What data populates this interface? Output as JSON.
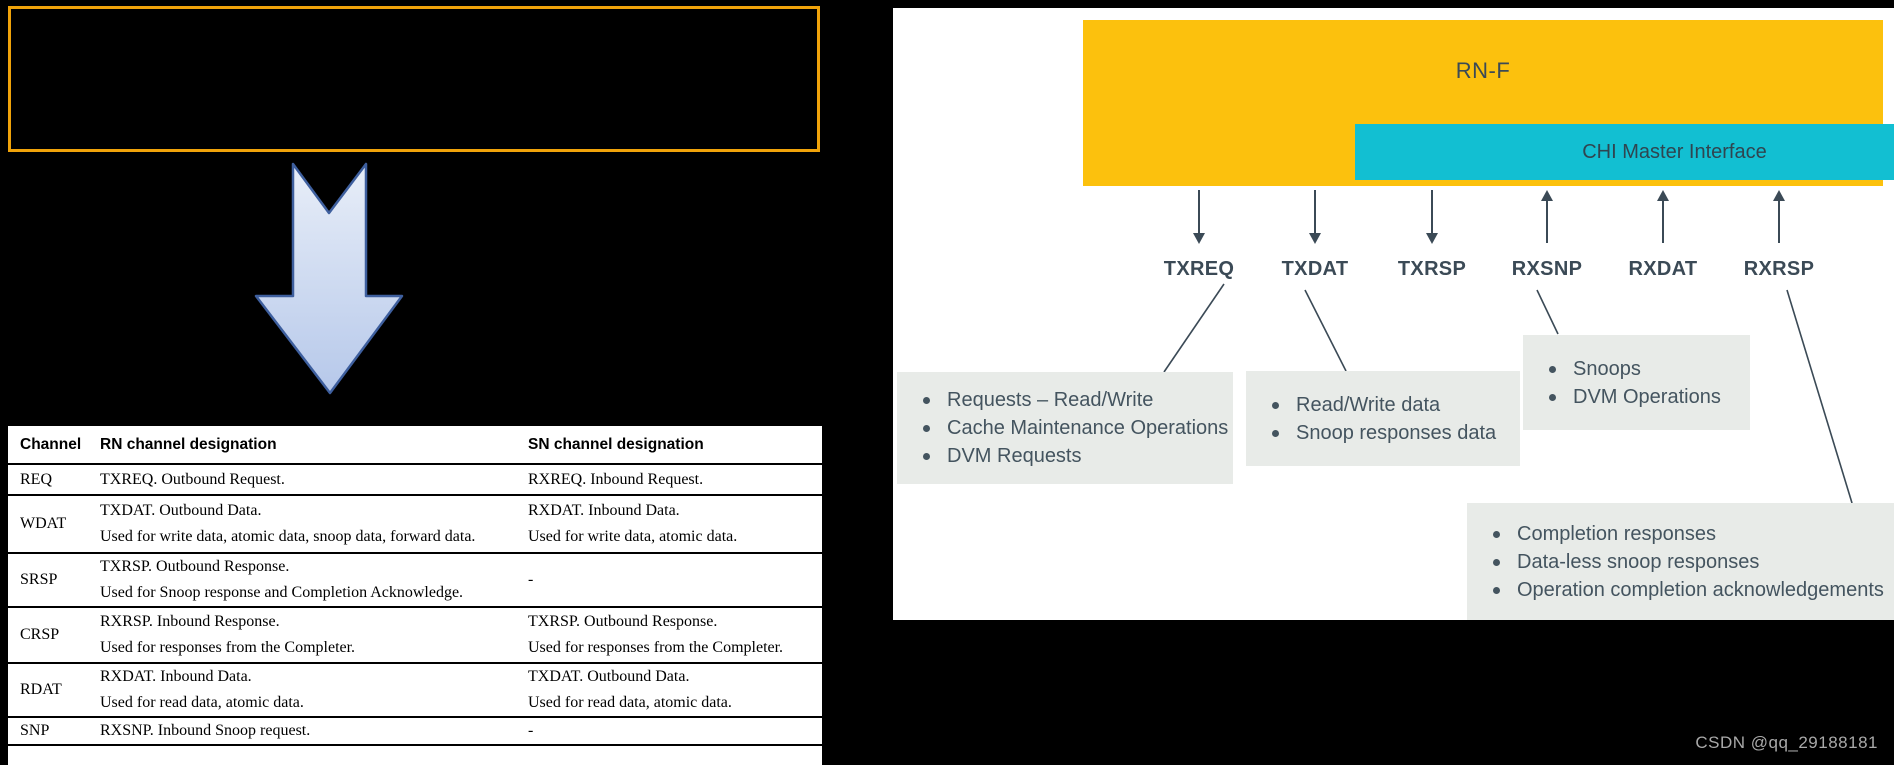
{
  "colors": {
    "highlight_border": "#F0A30A",
    "rnf_yellow": "#FCC10D",
    "interface_cyan": "#12BFD2",
    "diagram_slate": "#3B4A56",
    "callout_gray": "#E8EBE8",
    "arrow_fill_light": "#E8EEF8",
    "arrow_fill_dark": "#B6C8EA",
    "arrow_stroke": "#3E5F9E"
  },
  "table": {
    "headers": [
      "Channel",
      "RN channel designation",
      "SN channel designation"
    ],
    "rows": [
      {
        "channel": "REQ",
        "rn": [
          "TXREQ. Outbound Request."
        ],
        "sn": [
          "RXREQ. Inbound Request."
        ]
      },
      {
        "channel": "WDAT",
        "rn": [
          "TXDAT. Outbound Data.",
          "Used for write data, atomic data, snoop data, forward data."
        ],
        "sn": [
          "RXDAT. Inbound Data.",
          "Used for write data, atomic data."
        ]
      },
      {
        "channel": "SRSP",
        "rn": [
          "TXRSP. Outbound Response.",
          "Used for Snoop response and Completion Acknowledge."
        ],
        "sn": [
          "-"
        ]
      },
      {
        "channel": "CRSP",
        "rn": [
          "RXRSP. Inbound Response.",
          "Used for responses from the Completer."
        ],
        "sn": [
          "TXRSP. Outbound Response.",
          "Used for responses from the Completer."
        ]
      },
      {
        "channel": "RDAT",
        "rn": [
          "RXDAT. Inbound Data.",
          "Used for read data, atomic data."
        ],
        "sn": [
          "TXDAT. Outbound Data.",
          "Used for read data, atomic data."
        ]
      },
      {
        "channel": "SNP",
        "rn": [
          "RXSNP. Inbound Snoop request."
        ],
        "sn": [
          "-"
        ]
      }
    ]
  },
  "diagram": {
    "rnf_label": "RN-F",
    "interface_label": "CHI Master Interface",
    "channels": [
      {
        "label": "TXREQ",
        "direction": "down"
      },
      {
        "label": "TXDAT",
        "direction": "down"
      },
      {
        "label": "TXRSP",
        "direction": "down"
      },
      {
        "label": "RXSNP",
        "direction": "up"
      },
      {
        "label": "RXDAT",
        "direction": "up"
      },
      {
        "label": "RXRSP",
        "direction": "up"
      }
    ],
    "callouts": [
      {
        "items": [
          "Requests – Read/Write",
          "Cache Maintenance Operations",
          "DVM Requests"
        ]
      },
      {
        "items": [
          "Read/Write data",
          "Snoop responses data"
        ]
      },
      {
        "items": [
          "Snoops",
          "DVM Operations"
        ]
      },
      {
        "items": [
          "Completion responses",
          "Data-less snoop responses",
          "Operation completion acknowledgements"
        ]
      }
    ]
  },
  "watermark": {
    "text": "CSDN @qq_29188181"
  }
}
